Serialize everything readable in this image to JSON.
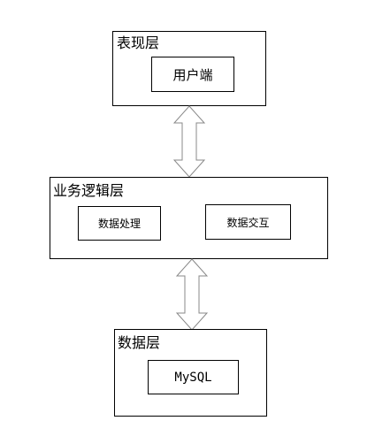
{
  "layers": {
    "presentation": {
      "title": "表现层",
      "components": [
        "用户端"
      ]
    },
    "business_logic": {
      "title": "业务逻辑层",
      "components": [
        "数据处理",
        "数据交互"
      ]
    },
    "data": {
      "title": "数据层",
      "components": [
        "MySQL"
      ]
    }
  },
  "connections": [
    {
      "between": [
        "表现层",
        "业务逻辑层"
      ],
      "type": "bidirectional-arrow"
    },
    {
      "between": [
        "业务逻辑层",
        "数据层"
      ],
      "type": "bidirectional-arrow"
    }
  ]
}
